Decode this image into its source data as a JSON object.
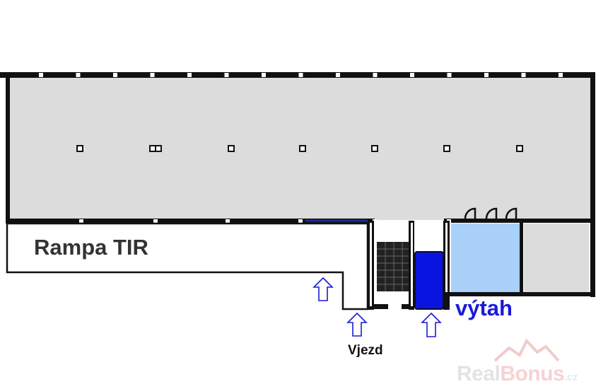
{
  "plan": {
    "ramp_label": "Rampa TIR",
    "elevator_label": "výtah",
    "entrance_label": "Vjezd",
    "colors": {
      "hall": "#dcdcdc",
      "elevator": "#0a14e0",
      "elevator_room": "#a8d0f8",
      "wall": "#111111"
    }
  },
  "watermark": {
    "part1": "Real",
    "part2": "Bonus",
    "part3": ".cz"
  }
}
